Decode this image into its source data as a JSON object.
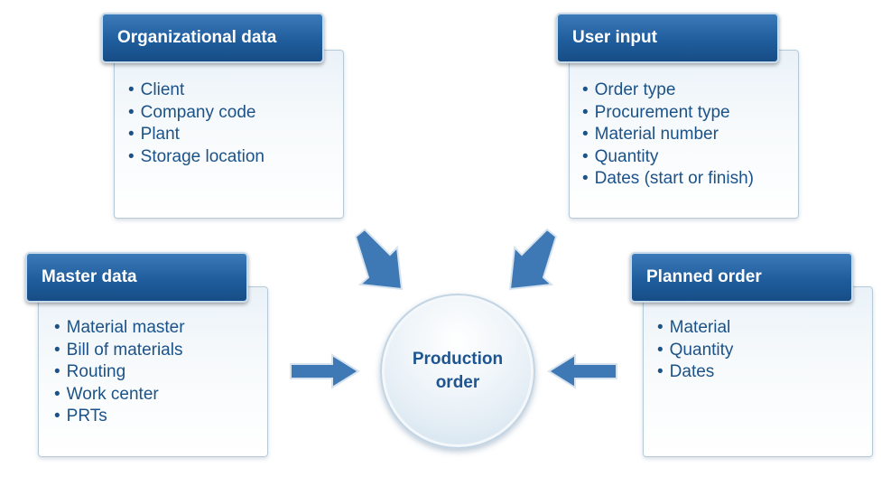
{
  "boxes": {
    "organizational": {
      "title": "Organizational data",
      "items": [
        "Client",
        "Company code",
        "Plant",
        "Storage location"
      ]
    },
    "user_input": {
      "title": "User input",
      "items": [
        "Order type",
        "Procurement type",
        "Material number",
        "Quantity",
        "Dates (start or finish)"
      ]
    },
    "master": {
      "title": "Master data",
      "items": [
        "Material master",
        "Bill of materials",
        "Routing",
        "Work center",
        "PRTs"
      ]
    },
    "planned": {
      "title": "Planned order",
      "items": [
        "Material",
        "Quantity",
        "Dates"
      ]
    }
  },
  "center": {
    "line1": "Production",
    "line2": "order"
  },
  "colors": {
    "header": "#1f5d9d",
    "text": "#1b5288",
    "arrow": "#3f79b5"
  }
}
